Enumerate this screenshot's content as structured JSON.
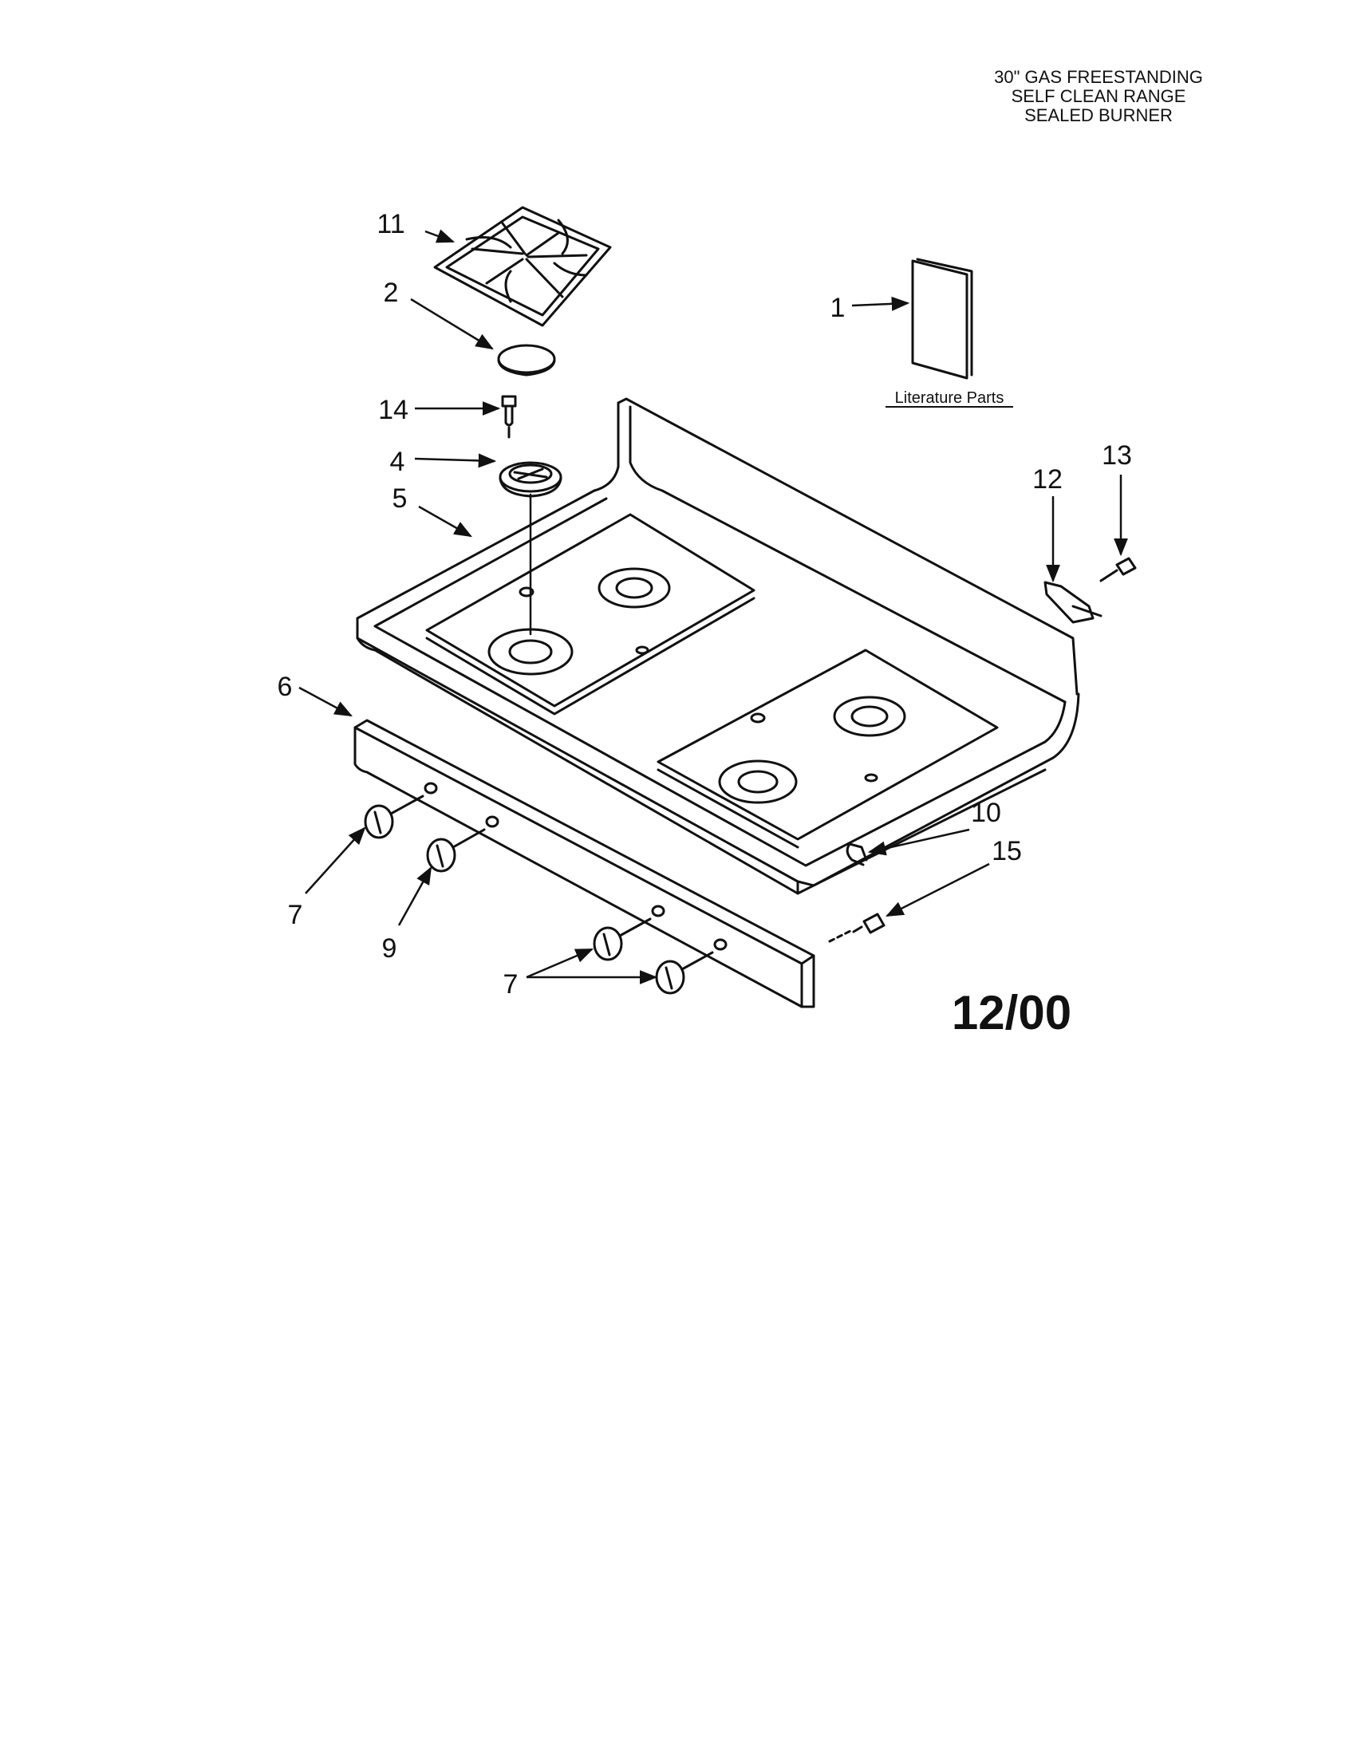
{
  "header": {
    "title_lines": [
      "30\" GAS FREESTANDING",
      "SELF CLEAN RANGE",
      "SEALED BURNER"
    ]
  },
  "literature": {
    "label": "Literature Parts"
  },
  "callouts": {
    "c1": "1",
    "c2": "2",
    "c4": "4",
    "c5": "5",
    "c6": "6",
    "c7a": "7",
    "c7b": "7",
    "c9": "9",
    "c10": "10",
    "c11": "11",
    "c12": "12",
    "c13": "13",
    "c14": "14",
    "c15": "15"
  },
  "footer": {
    "date_code": "12/00"
  },
  "colors": {
    "ink": "#111111",
    "paper": "#ffffff"
  }
}
